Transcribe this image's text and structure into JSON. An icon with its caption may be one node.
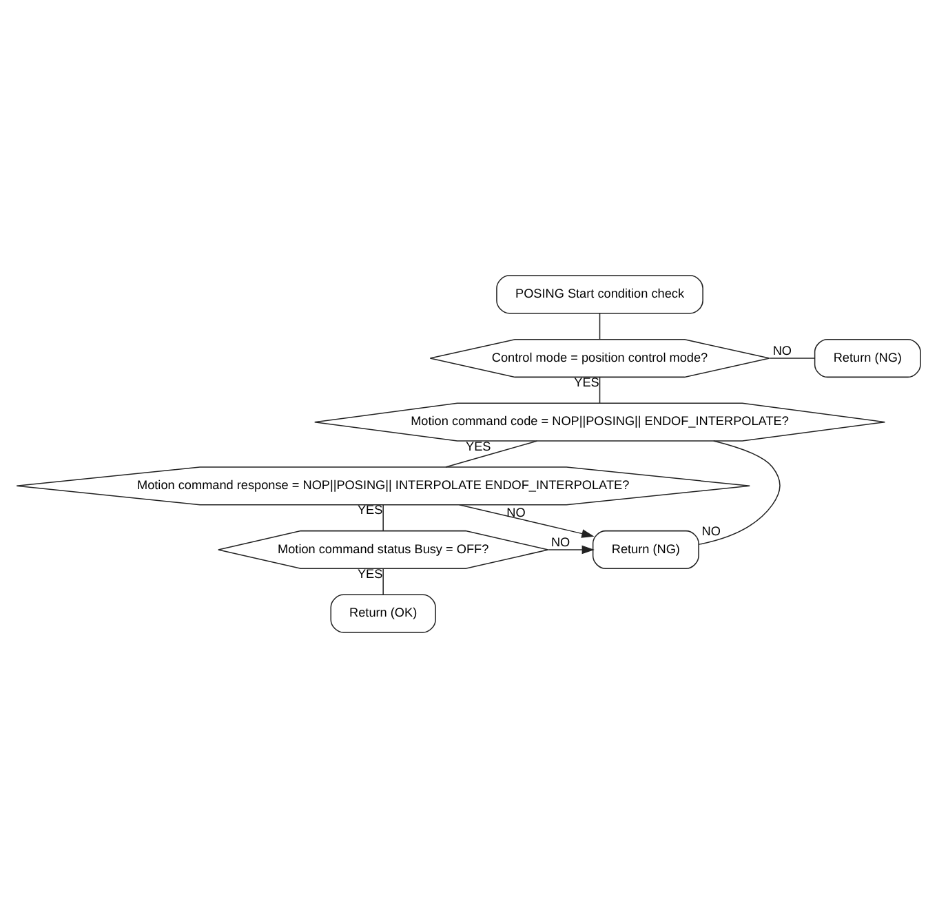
{
  "diagram": {
    "nodes": [
      {
        "text": [
          "POSING Start condition check"
        ]
      },
      {
        "text": [
          "Control mode = position control mode?"
        ]
      },
      {
        "text": [
          "Return (NG)"
        ]
      },
      {
        "text": [
          "Motion command code = NOP||POSING|| ENDOF_INTERPOLATE?"
        ]
      },
      {
        "text": [
          "Motion command response = NOP||POSING|| INTERPOLATE ENDOF_INTERPOLATE?"
        ]
      },
      {
        "text": [
          "Motion command status Busy = OFF?"
        ]
      },
      {
        "text": [
          "Return (NG)"
        ]
      },
      {
        "text": [
          "Return (OK)"
        ]
      }
    ],
    "edges": [
      {
        "from": 0,
        "to": 1,
        "arrow": "none"
      },
      {
        "from": 1,
        "to": 2,
        "arrow": "none",
        "label": "NO"
      },
      {
        "from": 1,
        "to": 3,
        "arrow": "none",
        "label": "YES"
      },
      {
        "from": 3,
        "to": 6,
        "arrow": "none",
        "label": "NO"
      },
      {
        "from": 3,
        "to": 4,
        "arrow": "none",
        "label": "YES"
      },
      {
        "from": 4,
        "to": 6,
        "arrow": "to",
        "label": "NO"
      },
      {
        "from": 4,
        "to": 5,
        "arrow": "none",
        "label": "YES"
      },
      {
        "from": 5,
        "to": 6,
        "arrow": "to",
        "label": "NO"
      },
      {
        "from": 5,
        "to": 7,
        "arrow": "none",
        "label": "YES"
      }
    ]
  }
}
